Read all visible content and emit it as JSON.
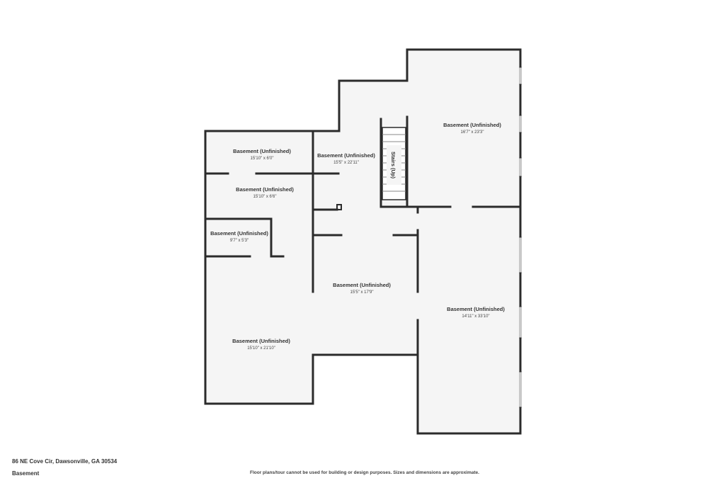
{
  "rooms": [
    {
      "name": "Basement (Unfinished)",
      "dims": "15'10\" x 6'0\""
    },
    {
      "name": "Basement (Unfinished)",
      "dims": "15'5\" x 22'11\""
    },
    {
      "name": "Basement (Unfinished)",
      "dims": "16'7\" x 23'3\""
    },
    {
      "name": "Basement (Unfinished)",
      "dims": "15'10\" x 6'6\""
    },
    {
      "name": "Basement (Unfinished)",
      "dims": "9'7\" x 5'3\""
    },
    {
      "name": "Basement (Unfinished)",
      "dims": "15'5\" x 17'9\""
    },
    {
      "name": "Basement (Unfinished)",
      "dims": "14'11\" x 33'10\""
    },
    {
      "name": "Basement (Unfinished)",
      "dims": "15'10\" x 21'10\""
    }
  ],
  "stairs_label": "Stairs (Up)",
  "footer": {
    "address": "86 NE Cove Cir, Dawsonville, GA 30534",
    "level": "Basement",
    "disclaimer": "Floor plans/tour cannot be used for building or design purposes. Sizes and dimensions are approximate."
  }
}
